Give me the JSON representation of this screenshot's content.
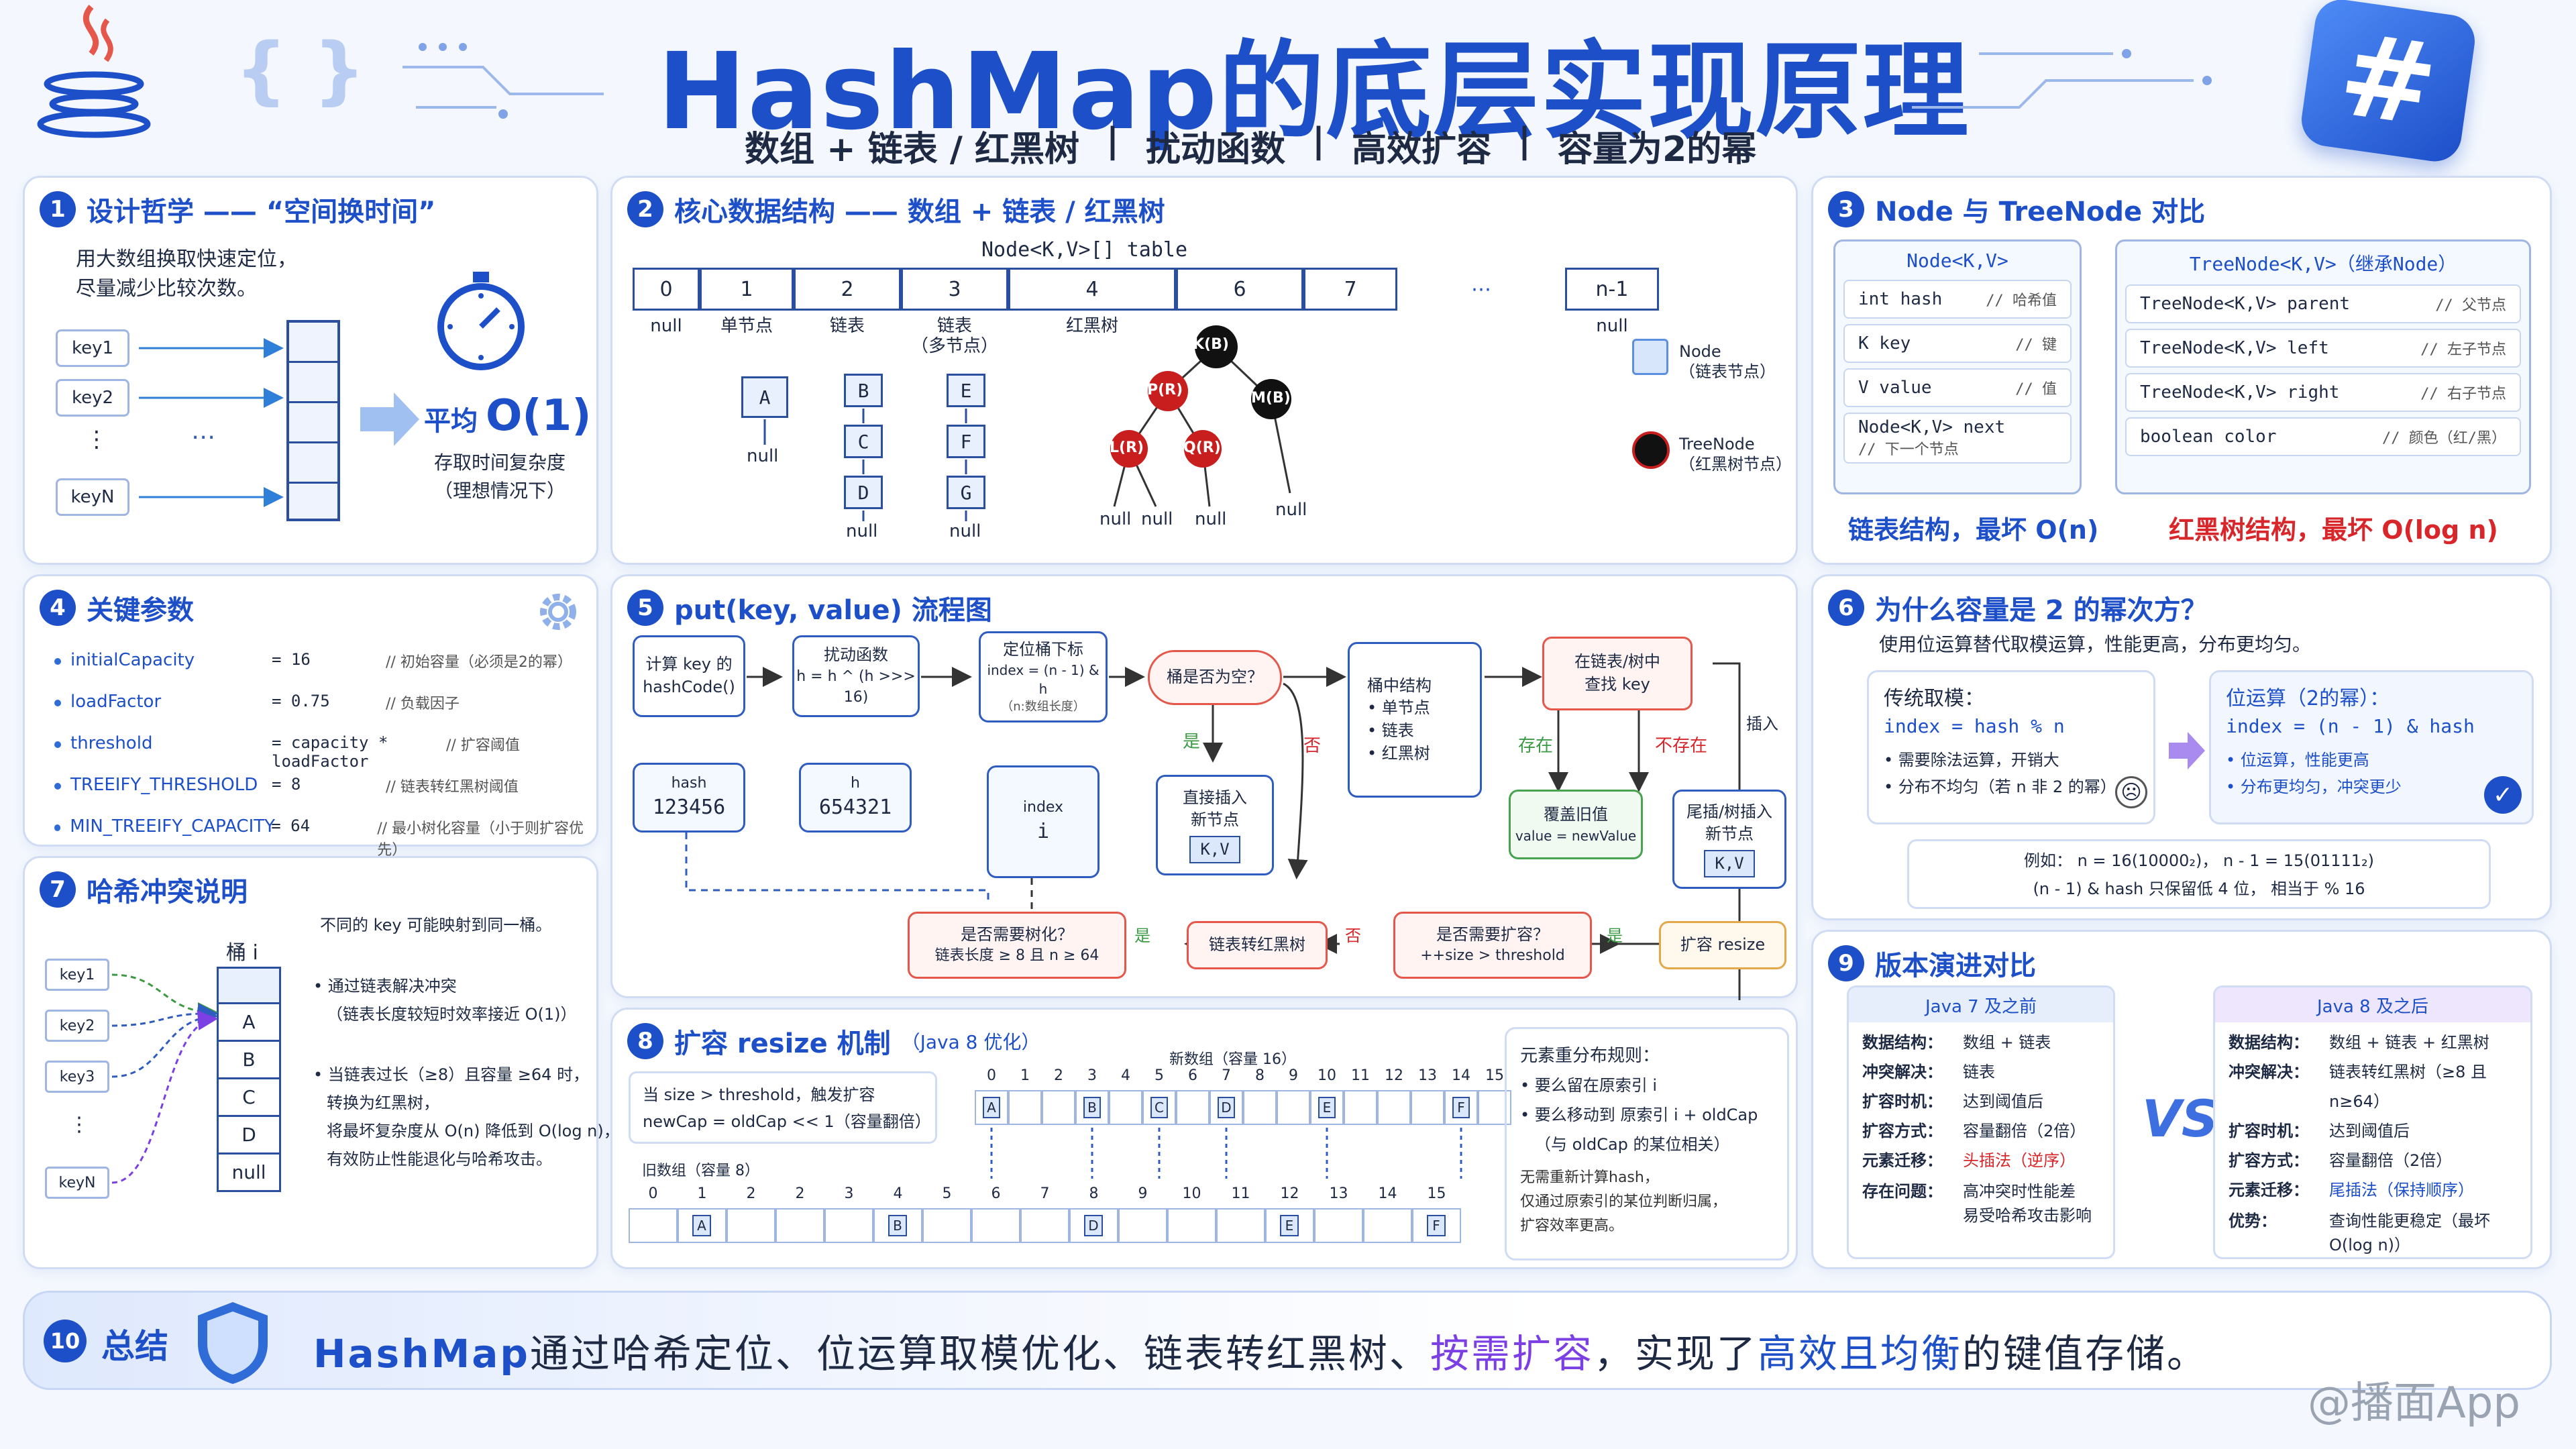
{
  "header": {
    "title": "HashMap的底层实现原理",
    "subtitle": [
      "数组 + 链表 / 红黑树",
      "|",
      "扰动函数",
      "|",
      "高效扩容",
      "|",
      "容量为2的幂"
    ],
    "logo_braces": "{ }",
    "logo_hash": "#"
  },
  "s1": {
    "num": "1",
    "title": "设计哲学 —— “空间换时间”",
    "desc": [
      "用大数组换取快速定位，",
      "尽量减少比较次数。"
    ],
    "keys": [
      "key1",
      "key2",
      "⋮",
      "keyN"
    ],
    "dots": "⋯",
    "avg_label": "平均",
    "avg_value": "O(1)",
    "note": [
      "存取时间复杂度",
      "（理想情况下）"
    ]
  },
  "s2": {
    "num": "2",
    "title": "核心数据结构 —— 数组 + 链表 / 红黑树",
    "table_label": "Node<K,V>[]  table",
    "indices": [
      "0",
      "1",
      "2",
      "3",
      "4",
      "6",
      "7",
      "⋯",
      "n-1"
    ],
    "captions": [
      "null",
      "单节点",
      "链表",
      "链表\n（多节点）",
      "红黑树",
      "",
      "",
      "",
      "null"
    ],
    "single": [
      "A",
      "null"
    ],
    "list1": [
      "B",
      "C",
      "D",
      "null"
    ],
    "list2": [
      "E",
      "F",
      "G",
      "null"
    ],
    "tree": {
      "root": "K(B)",
      "p": "P(R)",
      "m": "M(B)",
      "l": "L(R)",
      "q": "Q(R)",
      "nulls": [
        "null",
        "null",
        "null",
        "null"
      ]
    },
    "legend": [
      {
        "label": "Node",
        "sub": "（链表节点）"
      },
      {
        "label": "TreeNode",
        "sub": "（红黑树节点）"
      }
    ]
  },
  "s3": {
    "num": "3",
    "title": "Node 与 TreeNode 对比",
    "node_title": "Node<K,V>",
    "node_rows": [
      [
        "int hash",
        "// 哈希值"
      ],
      [
        "K key",
        "// 键"
      ],
      [
        "V value",
        "// 值"
      ],
      [
        "Node<K,V> next",
        "// 下一个节点"
      ]
    ],
    "node_foot": "链表结构，最坏 O(n)",
    "tree_title": "TreeNode<K,V>（继承Node）",
    "tree_rows": [
      [
        "TreeNode<K,V> parent",
        "// 父节点"
      ],
      [
        "TreeNode<K,V> left",
        "// 左子节点"
      ],
      [
        "TreeNode<K,V> right",
        "// 右子节点"
      ],
      [
        "boolean color",
        "// 颜色（红/黑）"
      ]
    ],
    "tree_foot": "红黑树结构，最坏 O(log n)"
  },
  "s4": {
    "num": "4",
    "title": "关键参数",
    "params": [
      [
        "initialCapacity",
        "= 16",
        "// 初始容量（必须是2的幂）"
      ],
      [
        "loadFactor",
        "= 0.75",
        "// 负载因子"
      ],
      [
        "threshold",
        "= capacity * loadFactor",
        "// 扩容阈值"
      ],
      [
        "TREEIFY_THRESHOLD",
        "= 8",
        "// 链表转红黑树阈值"
      ],
      [
        "MIN_TREEIFY_CAPACITY",
        "= 64",
        "// 最小树化容量（小于则扩容优先）"
      ]
    ]
  },
  "s5": {
    "num": "5",
    "title": "put(key, value) 流程图",
    "n1": [
      "计算 key 的",
      "hashCode()"
    ],
    "n1v": [
      "hash",
      "123456"
    ],
    "n2": [
      "扰动函数",
      "h = h ^ (h >>> 16)"
    ],
    "n2v": [
      "h",
      "654321"
    ],
    "n3": [
      "定位桶下标",
      "index = (n - 1) & h",
      "（n:数组长度）"
    ],
    "n3v": [
      "index",
      "i"
    ],
    "n4": "桶是否为空？",
    "yes": "是",
    "no": "否",
    "n5": [
      "直接插入",
      "新节点"
    ],
    "kv": "K,V",
    "n6": [
      "桶中结构",
      "单节点",
      "链表",
      "红黑树"
    ],
    "n7": [
      "在链表/树中",
      "查找 key"
    ],
    "exist": "存在",
    "notexist": "不存在",
    "n8": [
      "覆盖旧值",
      "value = newValue"
    ],
    "n9": [
      "尾插/树插入",
      "新节点"
    ],
    "side": "插入",
    "n10": [
      "是否需要树化？",
      "链表长度 ≥ 8 且 n ≥ 64"
    ],
    "n11": "链表转红黑树",
    "n12": [
      "是否需要扩容？",
      "++size > threshold"
    ],
    "n13": "扩容 resize"
  },
  "s6": {
    "num": "6",
    "title": "为什么容量是 2 的幂次方？",
    "desc": "使用位运算替代取模运算，性能更高，分布更均匀。",
    "left_title": "传统取模：",
    "left_expr": "index = hash % n",
    "left_items": [
      "需要除法运算，开销大",
      "分布不均匀（若 n 非 2 的幂）"
    ],
    "right_title": "位运算（2的幂）：",
    "right_expr": "index = (n - 1) & hash",
    "right_items": [
      "位运算，性能更高",
      "分布更均匀，冲突更少"
    ],
    "example": [
      "例如： n = 16(10000₂)， n - 1 = 15(01111₂)",
      "(n - 1) & hash  只保留低 4 位， 相当于 % 16"
    ]
  },
  "s7": {
    "num": "7",
    "title": "哈希冲突说明",
    "desc": "不同的 key 可能映射到同一桶。",
    "keys": [
      "key1",
      "key2",
      "key3",
      "⋮",
      "keyN"
    ],
    "bucket_label": "桶 i",
    "bucket": [
      "",
      "A",
      "B",
      "C",
      "D",
      "null"
    ],
    "b1": [
      "通过链表解决冲突",
      "（链表长度较短时效率接近 O(1)）"
    ],
    "b2": [
      "当链表过长（≥8）且容量 ≥64 时，",
      "转换为红黑树，",
      "将最坏复杂度从 O(n) 降低到 O(log n)，",
      "有效防止性能退化与哈希攻击。"
    ]
  },
  "s8": {
    "num": "8",
    "title": "扩容 resize 机制",
    "title_sub": "（Java 8 优化）",
    "cond": [
      "当 size > threshold，触发扩容",
      "newCap = oldCap << 1（容量翻倍）"
    ],
    "new_label": "新数组（容量 16）",
    "new_idx": [
      "0",
      "1",
      "2",
      "3",
      "4",
      "5",
      "6",
      "7",
      "8",
      "9",
      "10",
      "11",
      "12",
      "13",
      "14",
      "15"
    ],
    "new_marks": {
      "0": "A",
      "3": "B",
      "5": "C",
      "7": "D",
      "10": "E",
      "14": "F"
    },
    "old_label": "旧数组（容量 8）",
    "old_idx": [
      "0",
      "1",
      "2",
      "2",
      "3",
      "4",
      "5",
      "6",
      "7",
      "8",
      "9",
      "10",
      "11",
      "12",
      "13",
      "14",
      "15"
    ],
    "old_marks": {
      "1": "A",
      "5": "B",
      "9": "D",
      "13": "E",
      "16": "F"
    },
    "rule_title": "元素重分布规则：",
    "rule1": "要么留在原索引 i",
    "rule2": "要么移动到 原索引 i + oldCap",
    "rule2_sub": "（与 oldCap 的某位相关）",
    "rule_note": [
      "无需重新计算hash，",
      "仅通过原索引的某位判断归属，",
      "扩容效率更高。"
    ]
  },
  "s9": {
    "num": "9",
    "title": "版本演进对比",
    "j7_title": "Java 7 及之前",
    "j7": [
      [
        "数据结构：",
        "数组 + 链表"
      ],
      [
        "冲突解决：",
        "链表"
      ],
      [
        "扩容时机：",
        "达到阈值后"
      ],
      [
        "扩容方式：",
        "容量翻倍（2倍）"
      ],
      [
        "元素迁移：",
        "头插法（逆序）"
      ],
      [
        "存在问题：",
        "高冲突时性能差\n易受哈希攻击影响"
      ]
    ],
    "vs": "VS",
    "j8_title": "Java 8 及之后",
    "j8": [
      [
        "数据结构：",
        "数组 + 链表 + 红黑树"
      ],
      [
        "冲突解决：",
        "链表转红黑树（≥8 且 n≥64）"
      ],
      [
        "扩容时机：",
        "达到阈值后"
      ],
      [
        "扩容方式：",
        "容量翻倍（2倍）"
      ],
      [
        "元素迁移：",
        "尾插法（保持顺序）"
      ],
      [
        "优势：",
        "查询性能更稳定（最坏 O(log n)）\n抗哈希攻击能力更强"
      ]
    ]
  },
  "s10": {
    "num": "10",
    "title": "总结",
    "parts": [
      "HashMap",
      "通过哈希定位、位运算取模优化、链表转红黑树、",
      "按需扩容",
      "，实现了",
      "高效且均衡",
      "的键值存储。"
    ]
  },
  "watermark": "@播面App",
  "colors": {
    "blue": "#1d4fc9",
    "red": "#d8262b",
    "green": "#3b9a44",
    "purple": "#7b3fe4"
  }
}
